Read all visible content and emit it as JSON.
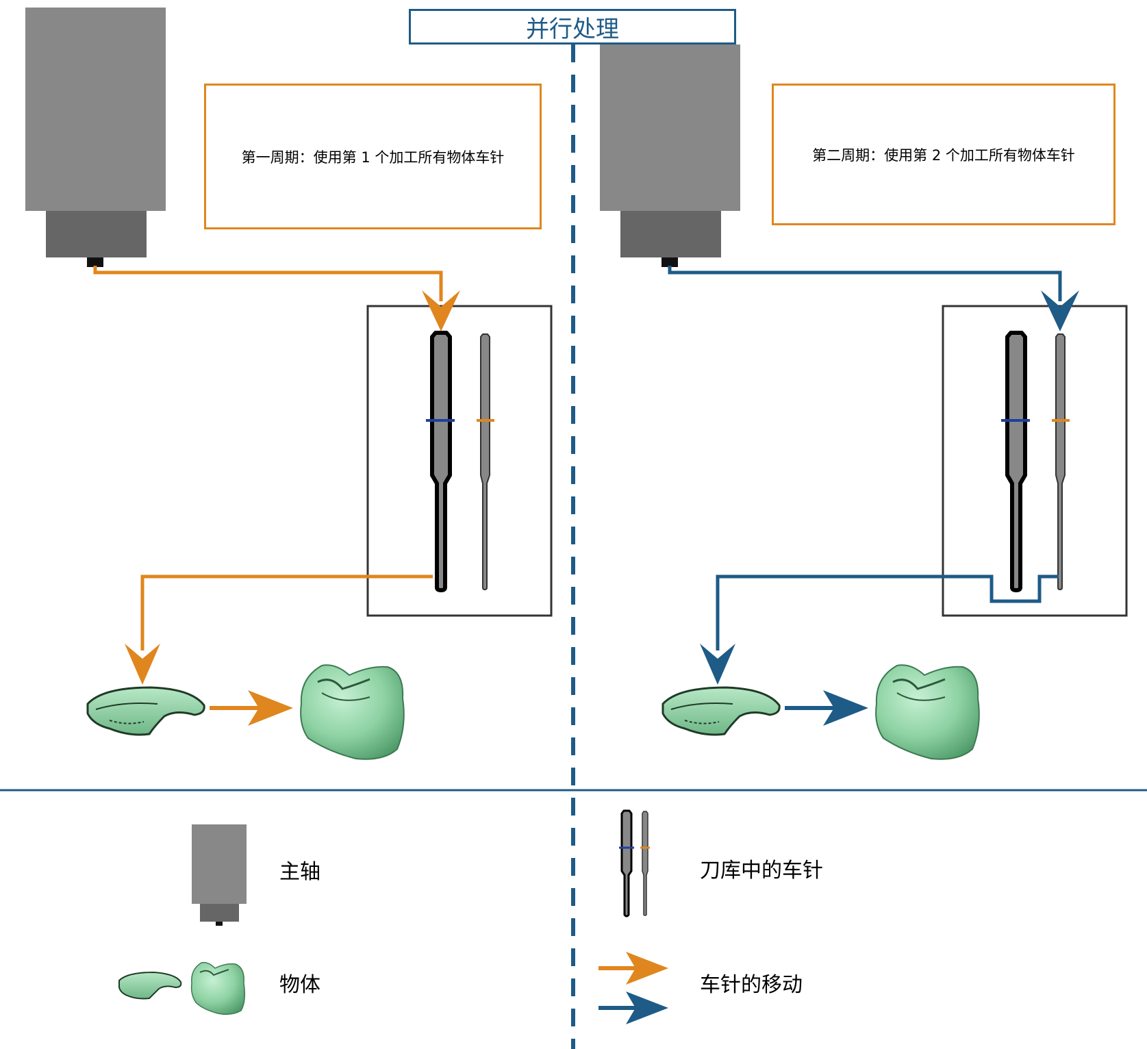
{
  "title": "并行处理",
  "cycles": [
    {
      "label": "第一周期：使用第 1 个加工所有物体车针",
      "arrow_color": "#e0861e"
    },
    {
      "label": "第二周期：使用第 2 个加工所有物体车针",
      "arrow_color": "#1e5b87"
    }
  ],
  "legend": {
    "spindle": "主轴",
    "objects": "物体",
    "burs_in_magazine": "刀库中的车针",
    "bur_movement": "车针的移动"
  },
  "colors": {
    "orange": "#e0861e",
    "blue": "#1e5b87",
    "spindle_body": "#888888",
    "spindle_head": "#666666",
    "object_green": "#8fd3a6"
  }
}
